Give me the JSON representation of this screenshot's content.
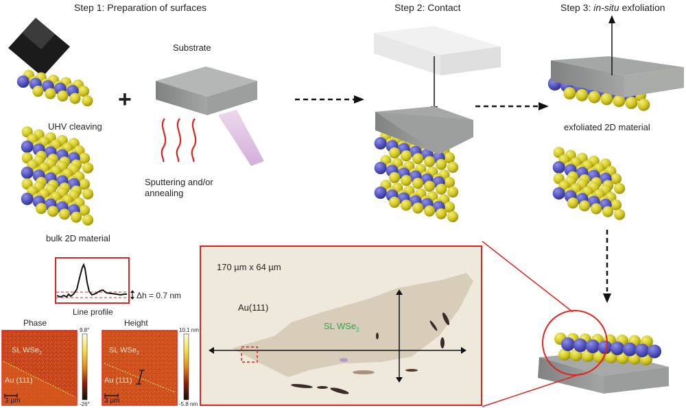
{
  "steps": {
    "step1": "Step 1: Preparation of surfaces",
    "step2": "Step 2: Contact",
    "step3_prefix": "Step 3: ",
    "step3_italic": "in-situ",
    "step3_suffix": " exfoliation"
  },
  "labels": {
    "substrate": "Substrate",
    "uhv_cleaving": "UHV cleaving",
    "bulk": "bulk 2D material",
    "sputtering_line1": "Sputtering and/or",
    "sputtering_line2": "annealing",
    "exfoliated": "exfoliated 2D material",
    "plus": "+"
  },
  "line_profile": {
    "caption": "Line profile",
    "delta_h": "Δh = 0.7 nm"
  },
  "afm": {
    "phase": {
      "title": "Phase",
      "material": "SL WSe",
      "sub": "2",
      "substrate": "Au (111)",
      "scale": "3 µm",
      "max": "9.8°",
      "min": "-26°"
    },
    "height": {
      "title": "Height",
      "material": "SL WSe",
      "sub": "2",
      "substrate": "Au (111)",
      "scale": "3 µm",
      "max": "10.1 nm",
      "min": "-5.8 nm"
    }
  },
  "optical": {
    "dimensions": "170 µm x 64 µm",
    "substrate": "Au(111)",
    "material": "SL WSe",
    "sub": "2"
  },
  "colors": {
    "accent_red": "#e3201b",
    "yellow_atom": "#d8cf2a",
    "blue_atom": "#5a5bc0",
    "green_label": "#2aa84a",
    "gray_block": "#8a8d8b"
  }
}
